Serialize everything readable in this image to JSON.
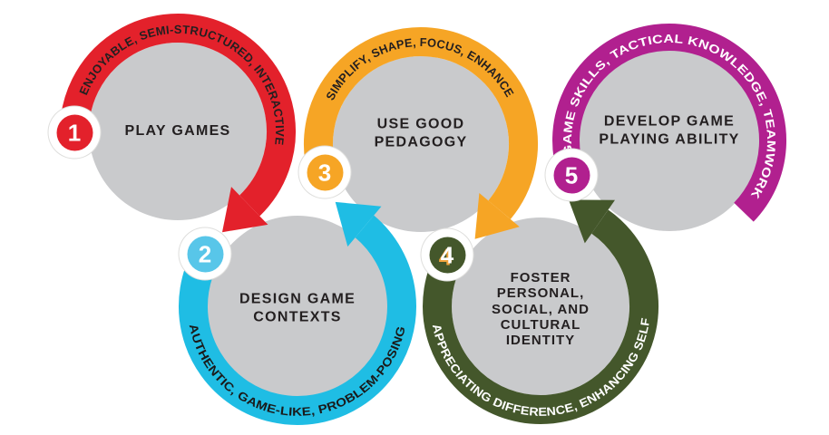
{
  "diagram": {
    "type": "cycle-flow",
    "background": "#FFFFFF",
    "circle_fill": "#C9CACC",
    "text_color": "#231F20",
    "steps": [
      {
        "number": "1",
        "title": "PLAY GAMES",
        "arc_label": "ENJOYABLE, SEMI-STRUCTURED, INTERACTIVE",
        "color": "#E3212B",
        "badge_color": "#E3212B",
        "arc_label_color": "#231F20"
      },
      {
        "number": "2",
        "title": "DESIGN GAME\nCONTEXTS",
        "arc_label": "AUTHENTIC, GAME-LIKE, PROBLEM-POSING",
        "color": "#1FBDE4",
        "badge_color": "#58C6E9",
        "arc_label_color": "#1A1A1A"
      },
      {
        "number": "3",
        "title": "USE GOOD\nPEDAGOGY",
        "arc_label": "SIMPLIFY, SHAPE, FOCUS, ENHANCE",
        "color": "#F6A525",
        "badge_color": "#F6A525",
        "arc_label_color": "#231F20"
      },
      {
        "number": "4",
        "title": "FOSTER\nPERSONAL,\nSOCIAL, AND\nCULTURAL\nIDENTITY",
        "arc_label": "APPRECIATING DIFFERENCE, ENHANCING SELF",
        "color": "#44572B",
        "badge_color": "#44572B",
        "arc_label_color": "#FFFFFF"
      },
      {
        "number": "5",
        "title": "DEVELOP GAME\nPLAYING ABILITY",
        "arc_label": "GAME SKILLS, TACTICAL KNOWLEDGE, TEAMWORK",
        "color": "#B1208F",
        "badge_color": "#B1208F",
        "arc_label_color": "#FFFFFF"
      }
    ]
  }
}
